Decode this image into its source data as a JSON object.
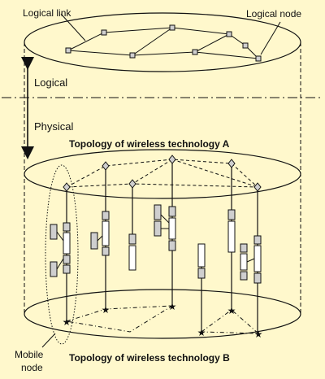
{
  "labels": {
    "logical_link": "Logical link",
    "logical_node": "Logical node",
    "logical": "Logical",
    "physical": "Physical",
    "topology_a": "Topology of wireless technology A",
    "topology_b": "Topology of wireless technology B",
    "mobile_line1": "Mobile",
    "mobile_line2": "node"
  },
  "colors": {
    "background": "#fff8cc",
    "node_fill": "#cfcfcf",
    "outline": "#111111",
    "box_fill": "#ffffff"
  },
  "icons": {
    "logical_node": "square-node-icon",
    "tech_a_node": "diamond-node-icon",
    "tech_b_node": "star-node-icon"
  }
}
